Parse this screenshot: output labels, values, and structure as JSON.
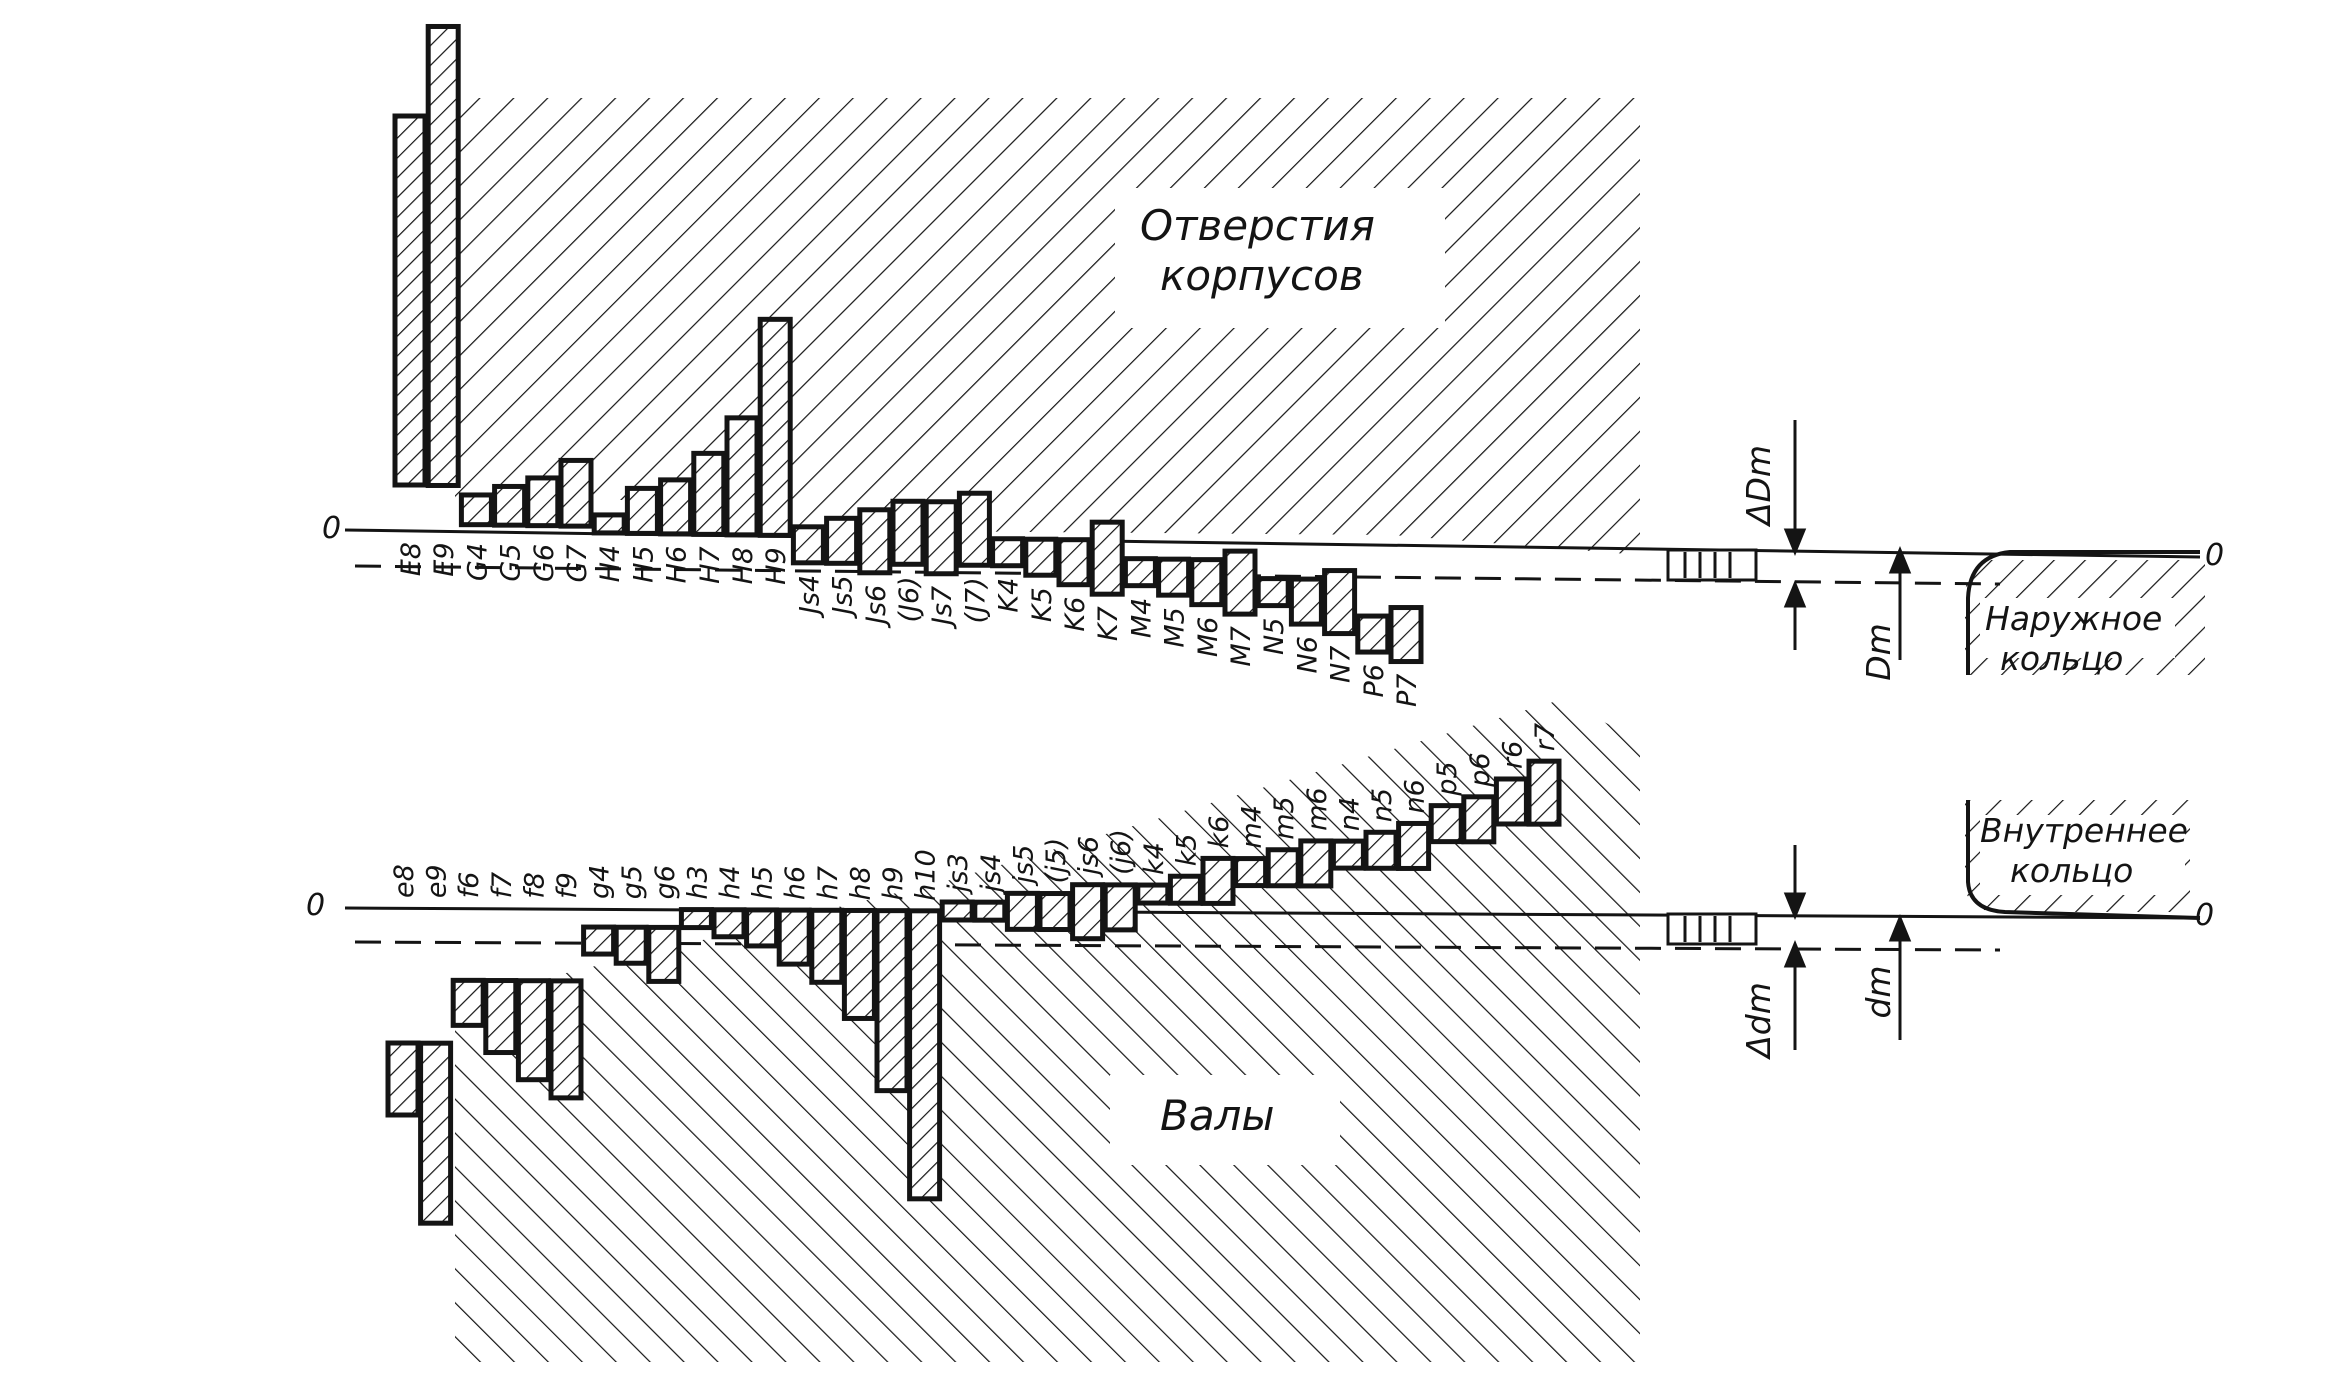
{
  "captions": {
    "housing_line1": "Отверстия",
    "housing_line2": "корпусов",
    "shafts": "Валы",
    "outer_ring_line1": "Наружное",
    "outer_ring_line2": "кольцо",
    "inner_ring_line1": "Внутреннее",
    "inner_ring_line2": "кольцо"
  },
  "symbols": {
    "outer_deviation": "ΔDm",
    "outer_diameter": "Dm",
    "inner_deviation": "Δdm",
    "inner_diameter": "dm"
  },
  "zero_label": "0",
  "hole_fields": [
    {
      "label": "E8",
      "top": 0.46,
      "bottom": 0.05
    },
    {
      "label": "E9",
      "top": 0.56,
      "bottom": 0.05
    },
    {
      "label": "G4",
      "top": 0.04,
      "bottom": 0.007
    },
    {
      "label": "G5",
      "top": 0.05,
      "bottom": 0.007
    },
    {
      "label": "G6",
      "top": 0.06,
      "bottom": 0.007
    },
    {
      "label": "G7",
      "top": 0.08,
      "bottom": 0.007
    },
    {
      "label": "H4",
      "top": 0.02,
      "bottom": 0.0
    },
    {
      "label": "H5",
      "top": 0.05,
      "bottom": 0.0
    },
    {
      "label": "H6",
      "top": 0.06,
      "bottom": 0.0
    },
    {
      "label": "H7",
      "top": 0.09,
      "bottom": 0.0
    },
    {
      "label": "H8",
      "top": 0.13,
      "bottom": 0.0
    },
    {
      "label": "H9",
      "top": 0.24,
      "bottom": 0.0
    },
    {
      "label": "Js4",
      "top": 0.01,
      "bottom": -0.03
    },
    {
      "label": "Js5",
      "top": 0.02,
      "bottom": -0.03
    },
    {
      "label": "Js6",
      "top": 0.03,
      "bottom": -0.04
    },
    {
      "label": "(J6)",
      "top": 0.04,
      "bottom": -0.03
    },
    {
      "label": "Js7",
      "top": 0.04,
      "bottom": -0.04
    },
    {
      "label": "(J7)",
      "top": 0.05,
      "bottom": -0.03
    },
    {
      "label": "K4",
      "top": 0.0,
      "bottom": -0.03
    },
    {
      "label": "K5",
      "top": 0.0,
      "bottom": -0.04
    },
    {
      "label": "K6",
      "top": 0.0,
      "bottom": -0.05
    },
    {
      "label": "K7",
      "top": 0.02,
      "bottom": -0.06
    },
    {
      "label": "M4",
      "top": -0.02,
      "bottom": -0.05
    },
    {
      "label": "M5",
      "top": -0.02,
      "bottom": -0.06
    },
    {
      "label": "M6",
      "top": -0.02,
      "bottom": -0.07
    },
    {
      "label": "M7",
      "top": -0.01,
      "bottom": -0.08
    },
    {
      "label": "N5",
      "top": -0.04,
      "bottom": -0.07
    },
    {
      "label": "N6",
      "top": -0.04,
      "bottom": -0.09
    },
    {
      "label": "N7",
      "top": -0.03,
      "bottom": -0.1
    },
    {
      "label": "P6",
      "top": -0.08,
      "bottom": -0.12
    },
    {
      "label": "P7",
      "top": -0.07,
      "bottom": -0.13
    }
  ],
  "shaft_fields": [
    {
      "label": "e8",
      "top": -0.15,
      "bottom": -0.23
    },
    {
      "label": "e9",
      "top": -0.15,
      "bottom": -0.35
    },
    {
      "label": "f6",
      "top": -0.08,
      "bottom": -0.13
    },
    {
      "label": "f7",
      "top": -0.08,
      "bottom": -0.16
    },
    {
      "label": "f8",
      "top": -0.08,
      "bottom": -0.19
    },
    {
      "label": "f9",
      "top": -0.08,
      "bottom": -0.21
    },
    {
      "label": "g4",
      "top": -0.02,
      "bottom": -0.05
    },
    {
      "label": "g5",
      "top": -0.02,
      "bottom": -0.06
    },
    {
      "label": "g6",
      "top": -0.02,
      "bottom": -0.08
    },
    {
      "label": "h3",
      "top": 0.0,
      "bottom": -0.02
    },
    {
      "label": "h4",
      "top": 0.0,
      "bottom": -0.03
    },
    {
      "label": "h5",
      "top": 0.0,
      "bottom": -0.04
    },
    {
      "label": "h6",
      "top": 0.0,
      "bottom": -0.06
    },
    {
      "label": "h7",
      "top": 0.0,
      "bottom": -0.08
    },
    {
      "label": "h8",
      "top": 0.0,
      "bottom": -0.12
    },
    {
      "label": "h9",
      "top": 0.0,
      "bottom": -0.2
    },
    {
      "label": "h10",
      "top": 0.0,
      "bottom": -0.32
    },
    {
      "label": "js3",
      "top": 0.01,
      "bottom": -0.01
    },
    {
      "label": "js4",
      "top": 0.01,
      "bottom": -0.01
    },
    {
      "label": "js5",
      "top": 0.02,
      "bottom": -0.02
    },
    {
      "label": "(j5)",
      "top": 0.02,
      "bottom": -0.02
    },
    {
      "label": "js6",
      "top": 0.03,
      "bottom": -0.03
    },
    {
      "label": "(j6)",
      "top": 0.03,
      "bottom": -0.02
    },
    {
      "label": "k4",
      "top": 0.03,
      "bottom": 0.01
    },
    {
      "label": "k5",
      "top": 0.04,
      "bottom": 0.01
    },
    {
      "label": "k6",
      "top": 0.06,
      "bottom": 0.01
    },
    {
      "label": "m4",
      "top": 0.06,
      "bottom": 0.03
    },
    {
      "label": "m5",
      "top": 0.07,
      "bottom": 0.03
    },
    {
      "label": "m6",
      "top": 0.08,
      "bottom": 0.03
    },
    {
      "label": "n4",
      "top": 0.08,
      "bottom": 0.05
    },
    {
      "label": "n5",
      "top": 0.09,
      "bottom": 0.05
    },
    {
      "label": "n6",
      "top": 0.1,
      "bottom": 0.05
    },
    {
      "label": "p5",
      "top": 0.12,
      "bottom": 0.08
    },
    {
      "label": "p6",
      "top": 0.13,
      "bottom": 0.08
    },
    {
      "label": "r6",
      "top": 0.15,
      "bottom": 0.1
    },
    {
      "label": "r7",
      "top": 0.17,
      "bottom": 0.1
    }
  ]
}
